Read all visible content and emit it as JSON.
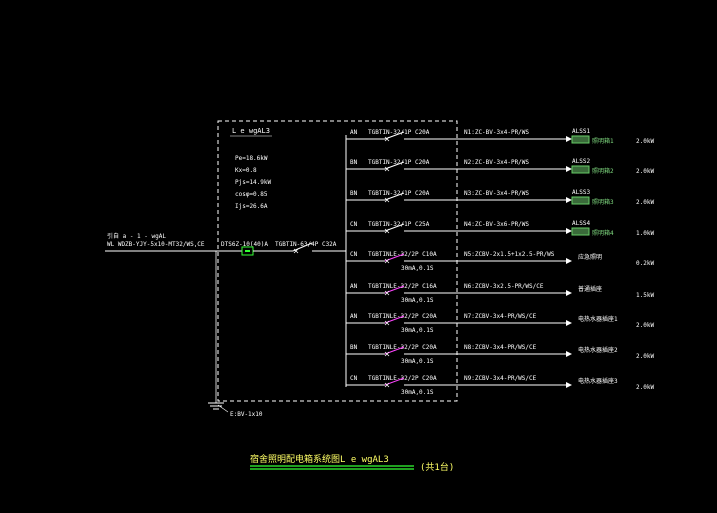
{
  "incoming": {
    "line1": "引自 a - 1 - wgAL",
    "line2": "WL WDZB-YJY-5x10-MT32/WS,CE"
  },
  "box": {
    "title": "L e wgAL3",
    "params": [
      "Pe=18.6kW",
      "Kx=0.8",
      "Pjs=14.9kW",
      "cosφ=0.85",
      "Ijs=26.6A"
    ]
  },
  "meter_label": "DTS6Z-10(40)A",
  "main_breaker_label": "TGBTIN-63/4P C32A",
  "ground_label": "E:BV-1x10",
  "circuits": [
    {
      "phase": "AN",
      "breaker": "TGBTIN-32/1P C20A",
      "rcd": "",
      "cable": "N1:ZC-BV-3x4-PR/WS",
      "panel": "ALSS1",
      "load": "照明箱1",
      "power": "2.0kW"
    },
    {
      "phase": "BN",
      "breaker": "TGBTIN-32/1P C20A",
      "rcd": "",
      "cable": "N2:ZC-BV-3x4-PR/WS",
      "panel": "ALSS2",
      "load": "照明箱2",
      "power": "2.0kW"
    },
    {
      "phase": "BN",
      "breaker": "TGBTIN-32/1P C20A",
      "rcd": "",
      "cable": "N3:ZC-BV-3x4-PR/WS",
      "panel": "ALSS3",
      "load": "照明箱3",
      "power": "2.0kW"
    },
    {
      "phase": "CN",
      "breaker": "TGBTIN-32/1P C25A",
      "rcd": "",
      "cable": "N4:ZC-BV-3x6-PR/WS",
      "panel": "ALSS4",
      "load": "照明箱4",
      "power": "1.0kW"
    },
    {
      "phase": "CN",
      "breaker": "TGBTINLE-32/2P C10A",
      "rcd": "30mA,0.1S",
      "cable": "N5:ZCBV-2x1.5+1x2.5-PR/WS",
      "panel": "",
      "load": "应急照明",
      "power": "0.2kW"
    },
    {
      "phase": "AN",
      "breaker": "TGBTINLE-32/2P C16A",
      "rcd": "30mA,0.1S",
      "cable": "N6:ZCBV-3x2.5-PR/WS/CE",
      "panel": "",
      "load": "普通插座",
      "power": "1.5kW"
    },
    {
      "phase": "AN",
      "breaker": "TGBTINLE-32/2P C20A",
      "rcd": "30mA,0.1S",
      "cable": "N7:ZCBV-3x4-PR/WS/CE",
      "panel": "",
      "load": "电热水器插座1",
      "power": "2.0kW"
    },
    {
      "phase": "BN",
      "breaker": "TGBTINLE-32/2P C20A",
      "rcd": "30mA,0.1S",
      "cable": "N8:ZCBV-3x4-PR/WS/CE",
      "panel": "",
      "load": "电热水器插座2",
      "power": "2.0kW"
    },
    {
      "phase": "CN",
      "breaker": "TGBTINLE-32/2P C20A",
      "rcd": "30mA,0.1S",
      "cable": "N9:ZCBV-3x4-PR/WS/CE",
      "panel": "",
      "load": "电热水器插座3",
      "power": "2.0kW"
    }
  ],
  "footer": {
    "title": "宿舍照明配电箱系统图L e wgAL3",
    "count": "(共1台)"
  },
  "colors": {
    "line": "#ffffff",
    "dashed_box": "#ffffff",
    "breaker_contact": "#ff44ff",
    "meter": "#33ff33",
    "panel_box": "#66cc66",
    "underline": "#33ff33"
  }
}
